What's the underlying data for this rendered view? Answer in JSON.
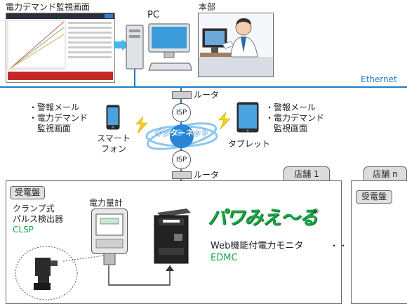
{
  "top": {
    "monitor_caption": "電力デマンド監視画面",
    "pc_label": "PC",
    "honbu_label": "本部",
    "ethernet_label": "Ethernet"
  },
  "network": {
    "router_top": "ルータ",
    "router_bottom": "ルータ",
    "isp_top": "ISP",
    "isp_bottom": "ISP",
    "internet": "インターネット"
  },
  "smartphone": {
    "bullets": [
      "・警報メール",
      "・電力デマンド",
      "　監視画面"
    ],
    "label": [
      "スマート",
      "フォン"
    ]
  },
  "tablet": {
    "bullets": [
      "・警報メール",
      "・電力デマンド",
      "　監視画面"
    ],
    "label": "タブレット"
  },
  "store1": {
    "tab": "店舗 1",
    "panel_label": "受電盤",
    "clamp_label": [
      "クランプ式",
      "パルス検出器"
    ],
    "clamp_code": "CLSP",
    "meter_label": "電力量計",
    "logo_text": "パワみえ～る",
    "logo_mark": "®",
    "monitor_name": "Web機能付電力モニタ",
    "monitor_code": "EDMC"
  },
  "storen": {
    "tab": "店舗 n",
    "panel_label": "受電盤"
  },
  "ellipsis": "・・・・",
  "colors": {
    "ethernet_line": "#1f7cc6",
    "green_accent": "#18a84a",
    "blue_accent": "#1f7cc6"
  }
}
